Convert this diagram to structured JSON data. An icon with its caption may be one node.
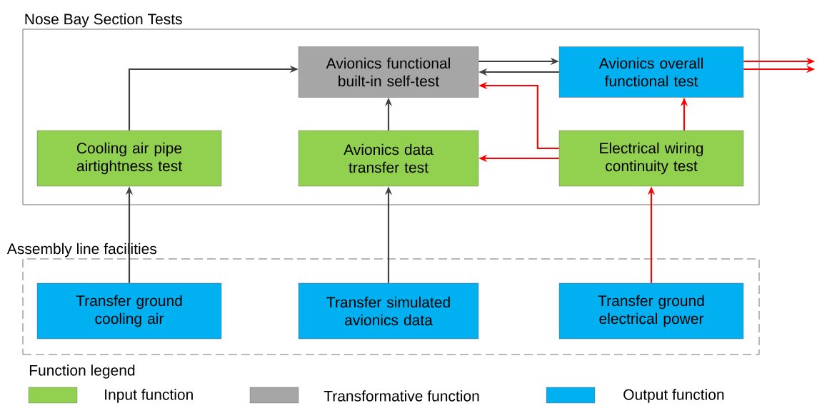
{
  "diagram": {
    "nodes": [
      {
        "text": [
          "Nose Bay Section Tests"
        ]
      },
      {
        "text": [
          "Avionics functional built-in self-test"
        ],
        "in": 0
      },
      {
        "text": [
          "Avionics overall functional test"
        ],
        "in": 0
      },
      {
        "text": [
          "Cooling air pipe airtightness test"
        ],
        "in": 0
      },
      {
        "text": [
          "Avionics data transfer test"
        ],
        "in": 0
      },
      {
        "text": [
          "Electrical wiring continuity test"
        ],
        "in": 0
      },
      {
        "text": [
          "Assembly line facilities"
        ]
      },
      {
        "text": [
          "Transfer ground cooling air"
        ],
        "in": 6
      },
      {
        "text": [
          "Transfer simulated avionics data"
        ],
        "in": 6
      },
      {
        "text": [
          "Transfer ground electrical power"
        ],
        "in": 6
      }
    ],
    "edges": [
      {
        "from": 3,
        "to": 1,
        "arrow": "to"
      },
      {
        "from": 4,
        "to": 1,
        "arrow": "to"
      },
      {
        "from": 1,
        "to": 2,
        "arrow": "to"
      },
      {
        "from": 2,
        "to": 1,
        "arrow": "to"
      },
      {
        "from": 2,
        "to": null,
        "arrow": "to",
        "color": "#ff0000"
      },
      {
        "from": 2,
        "to": null,
        "arrow": "to",
        "color": "#ff0000"
      },
      {
        "from": 5,
        "to": 1,
        "arrow": "to",
        "color": "#ff0000"
      },
      {
        "from": 5,
        "to": 4,
        "arrow": "to",
        "color": "#ff0000"
      },
      {
        "from": 5,
        "to": 2,
        "arrow": "to",
        "color": "#ff0000"
      },
      {
        "from": 7,
        "to": 3,
        "arrow": "to"
      },
      {
        "from": 8,
        "to": 4,
        "arrow": "to"
      },
      {
        "from": 9,
        "to": 5,
        "arrow": "to",
        "color": "#ff0000"
      }
    ],
    "labels": [
      "Function legend"
    ],
    "legend": [
      {
        "text": "Input function",
        "color": "#92d050"
      },
      {
        "text": "Transformative function",
        "color": "#a6a6a6"
      },
      {
        "text": "Output function",
        "color": "#00b0f0"
      }
    ]
  }
}
